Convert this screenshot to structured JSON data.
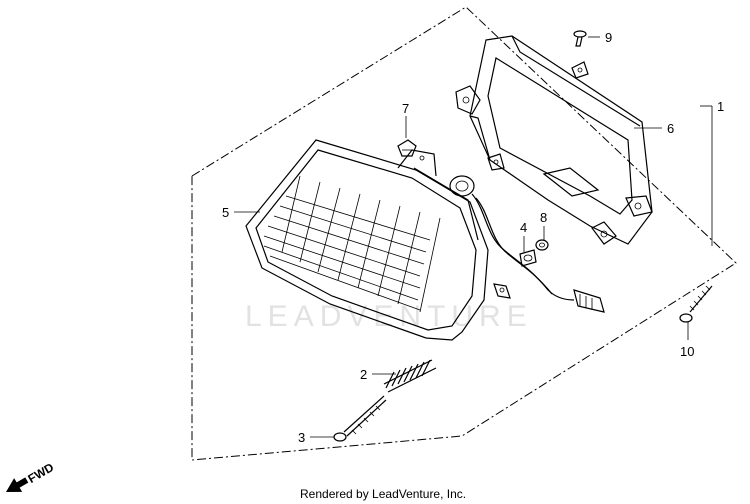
{
  "callouts": {
    "c1": "1",
    "c2": "2",
    "c3": "3",
    "c4": "4",
    "c5": "5",
    "c6": "6",
    "c7": "7",
    "c8": "8",
    "c9": "9",
    "c10": "10"
  },
  "fwd_label": "FWD",
  "watermark": "LEADVENTURE",
  "footer": "Rendered by LeadVenture, Inc."
}
